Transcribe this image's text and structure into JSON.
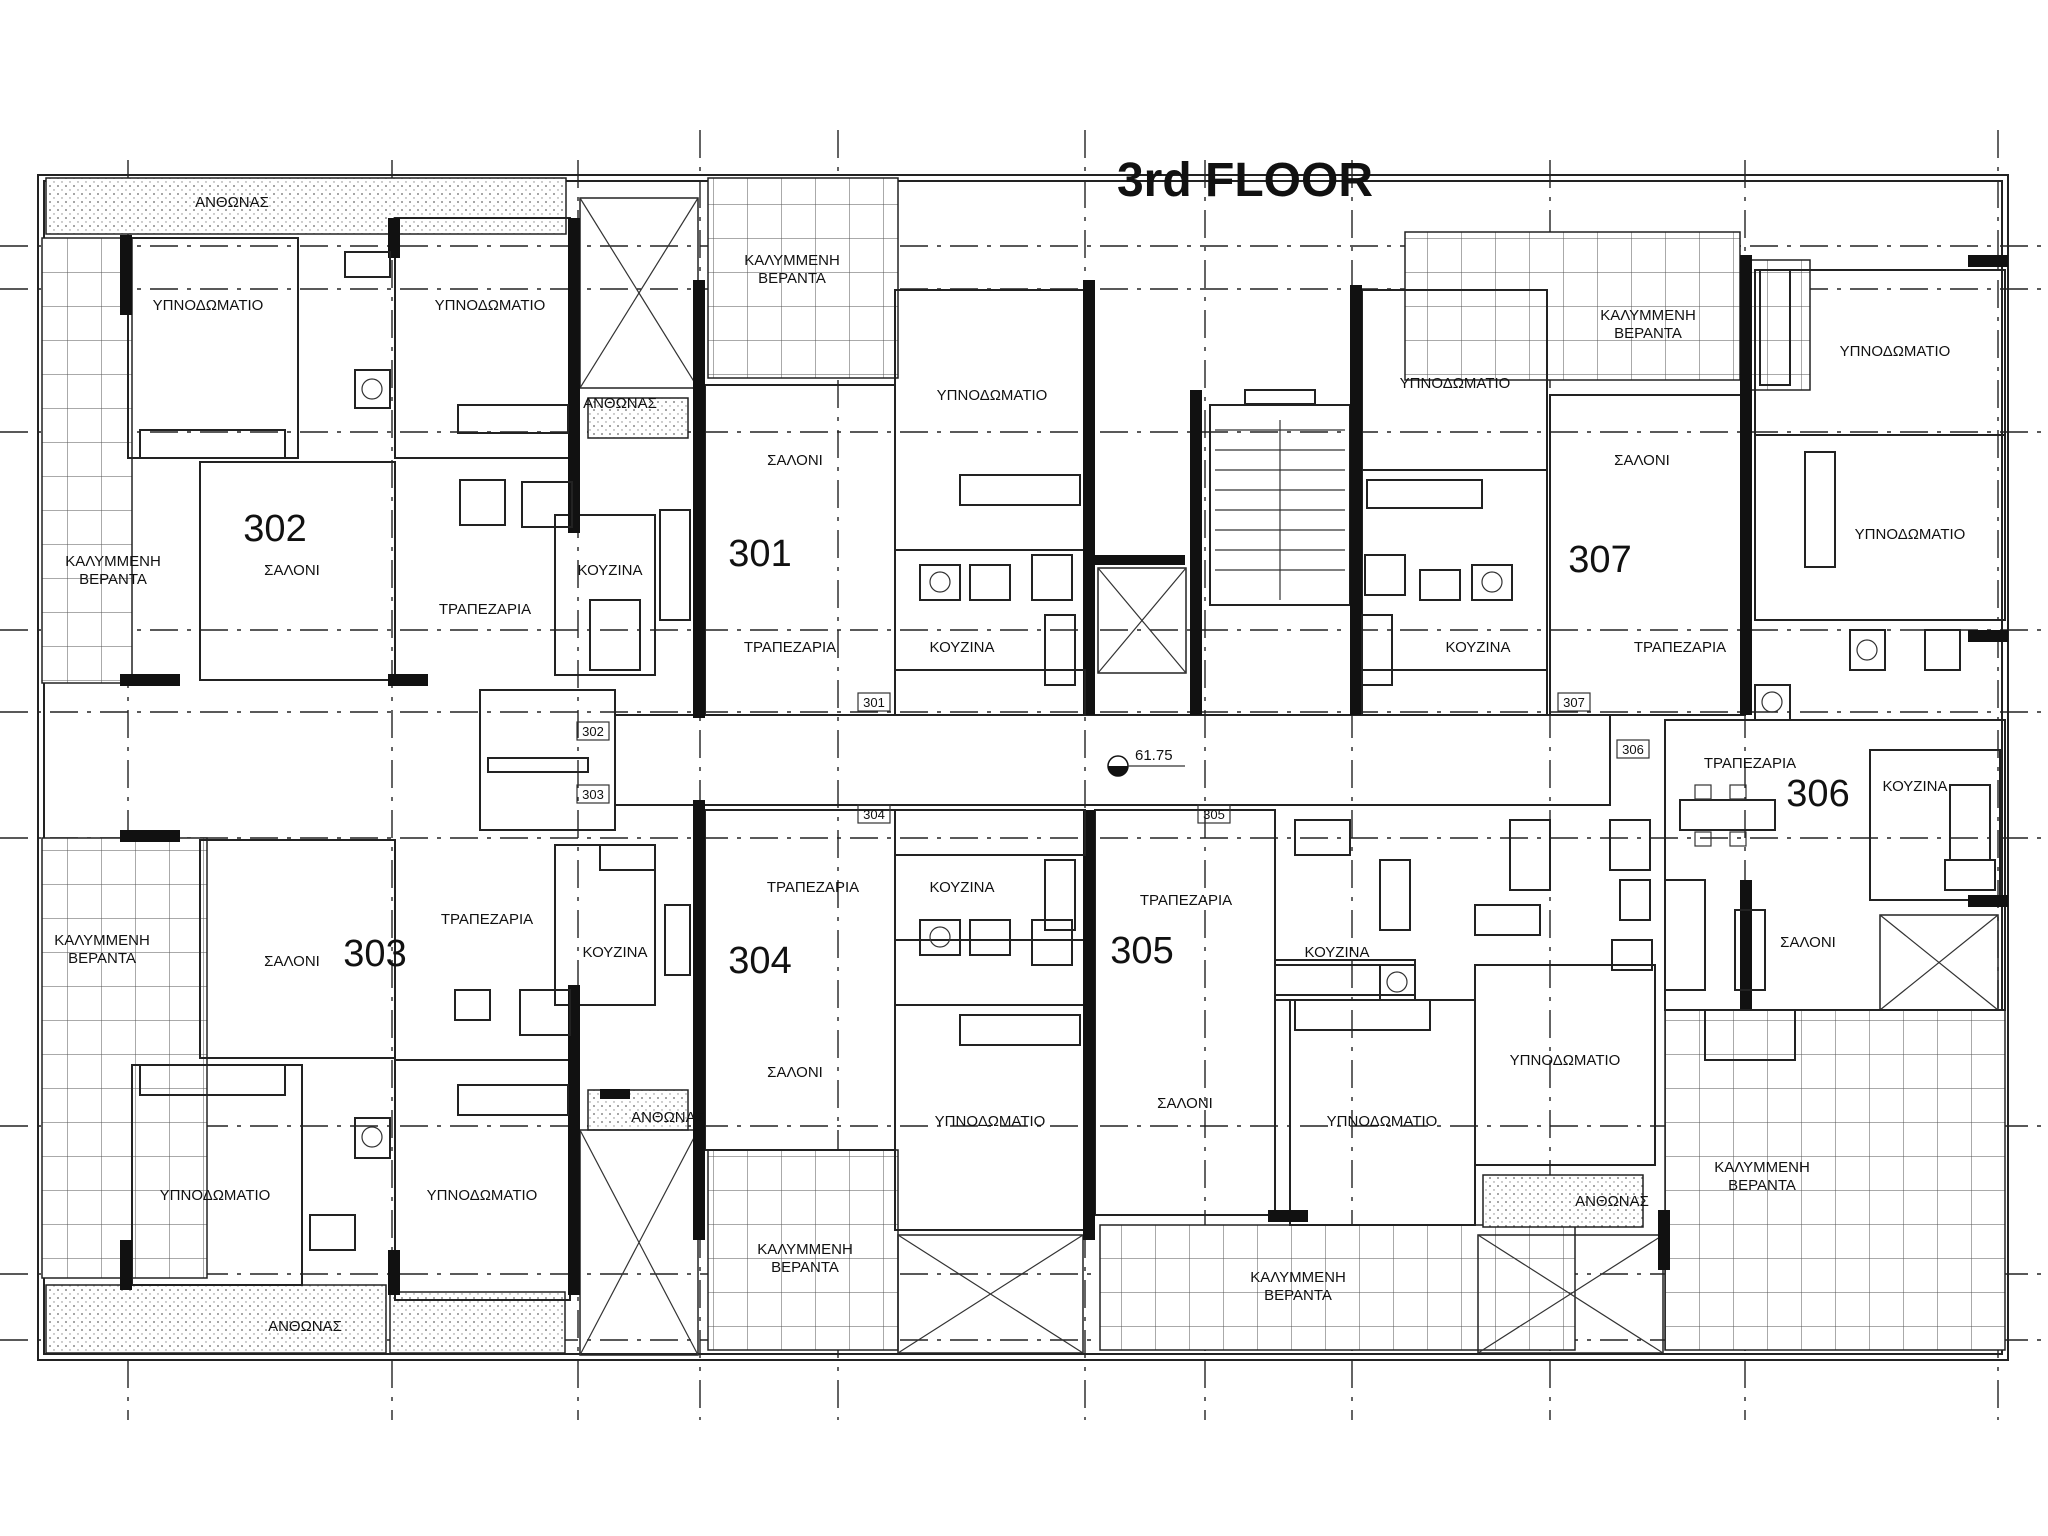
{
  "title": "3rd FLOOR",
  "level": "61.75",
  "labels": {
    "bedroom": "ΥΠΝΟΔΩΜΑΤΙΟ",
    "living": "ΣΑΛΟΝΙ",
    "dining": "ΤΡΑΠΕΖΑΡΙΑ",
    "kitchen": "ΚΟΥΖΙΝΑ",
    "planter": "ΑΝΘΩΝΑΣ",
    "veranda_1": "ΚΑΛΥΜΜΕΝΗ",
    "veranda_2": "ΒΕΡΑΝΤΑ"
  },
  "apartments": [
    "301",
    "302",
    "303",
    "304",
    "305",
    "306",
    "307"
  ],
  "door_tags": [
    "301",
    "302",
    "303",
    "304",
    "305",
    "306",
    "307"
  ]
}
